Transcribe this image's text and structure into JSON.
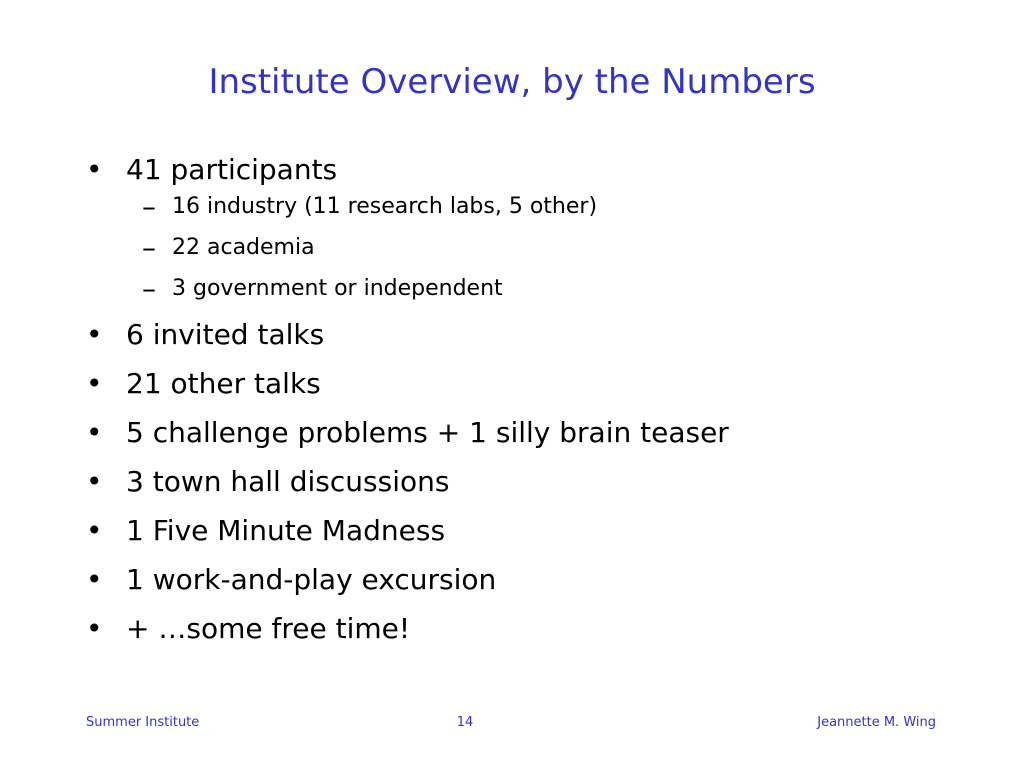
{
  "slide": {
    "title": "Institute Overview, by the Numbers",
    "bullet_marker": "•",
    "sub_marker": "–",
    "bullets": [
      {
        "text": "41 participants",
        "subitems": [
          "16 industry (11 research labs, 5 other)",
          "22 academia",
          "3 government or independent"
        ]
      },
      {
        "text": "6 invited talks"
      },
      {
        "text": "21 other talks"
      },
      {
        "text": "5 challenge problems + 1 silly brain teaser"
      },
      {
        "text": "3 town hall discussions"
      },
      {
        "text": "1 Five Minute Madness"
      },
      {
        "text": "1 work-and-play excursion"
      },
      {
        "text": "+ …some free time!"
      }
    ]
  },
  "footer": {
    "left": "Summer Institute",
    "center": "14",
    "right": "Jeannette M. Wing"
  },
  "colors": {
    "title": "#3333cc",
    "footer": "#3333cc",
    "body_text": "#000000",
    "background": "#ffffff"
  }
}
